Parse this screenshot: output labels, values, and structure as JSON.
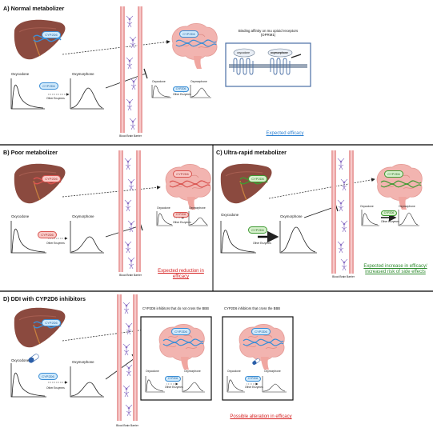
{
  "panels": {
    "a": {
      "title": "A) Normal metabolizer",
      "outcome": "Expected efficacy",
      "outcome_color": "#2a7fd1"
    },
    "b": {
      "title": "B) Poor metabolizer",
      "outcome": "Expected reduction in efficacy",
      "outcome_color": "#d62020"
    },
    "c": {
      "title": "C) Ultra-rapid metabolizer",
      "outcome": "Expected increase in efficacy/ increased risk of side effects",
      "outcome_color": "#2e8b2e"
    },
    "d": {
      "title": "D) DDI with CYP2D6 inhibitors",
      "outcome": "Possible alteration in efficacy",
      "outcome_color": "#d62020"
    }
  },
  "labels": {
    "cyp": "CYP2D6",
    "oxycodone": "Oxycodone",
    "oxymorphone": "Oxymorphone",
    "other_enzymes": "Other Enzymes",
    "bbb": "Blood Brain Barrier",
    "binding_title": "Binding affinity on mu opioid receptors (OPRM1)",
    "binding_oxycodone": "oxycodone",
    "binding_oxymorphone": "oxymorphone",
    "d_box1_title": "CYP2D6 inhibitors that do not cross the BBB",
    "d_box2_title": "CYP2D6 inhibitors that cross the BBB"
  },
  "colors": {
    "liver": "#8b4a3f",
    "brain": "#f2b4b0",
    "vessel": "#e88a8a",
    "neuron": "#8a6fc4",
    "enzyme_blue": "#3a8ed6",
    "enzyme_red": "#d9534f",
    "enzyme_green": "#3f9a32",
    "receptor": "#4a6fa5"
  },
  "icons": [
    "liver-icon",
    "brain-icon",
    "dna-icon",
    "blood-brain-barrier-icon",
    "receptor-icon",
    "pill-icon",
    "peak-curve-icon",
    "arrow-icon",
    "inhibition-icon"
  ]
}
